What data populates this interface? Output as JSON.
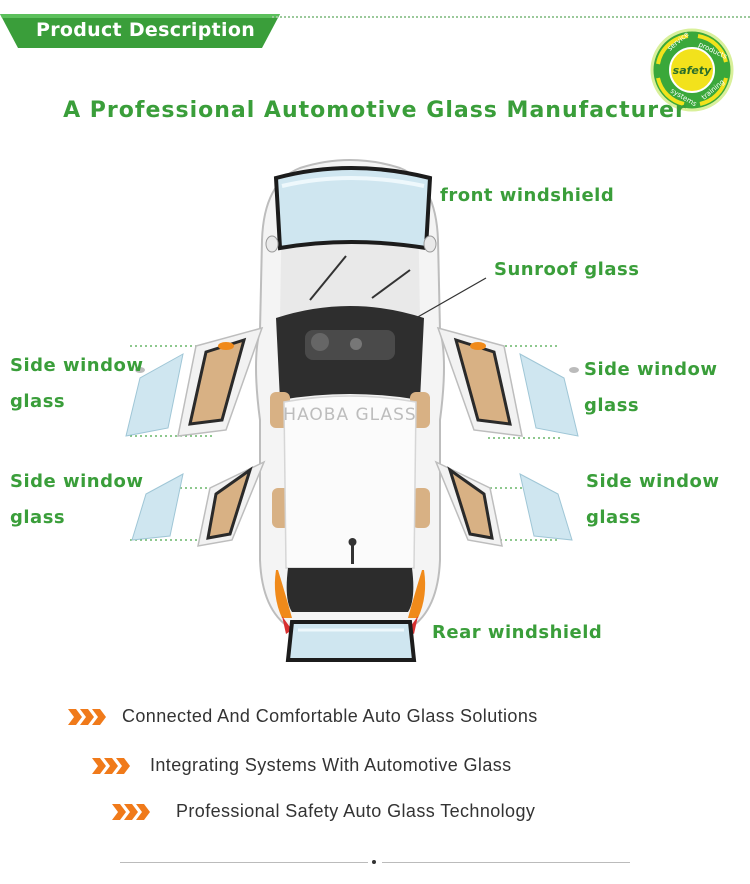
{
  "header": {
    "tab_label": "Product Description",
    "tab_color": "#3a9e3a"
  },
  "badge": {
    "center_text": "safety",
    "ring_texts": [
      "service",
      "products",
      "systems",
      "training"
    ],
    "colors": {
      "ring": "#3aa83a",
      "center": "#f2e21c"
    }
  },
  "title": "A Professional Automotive Glass Manufacturer",
  "watermark": "HAOBA GLASS",
  "labels": {
    "front_windshield": "front windshield",
    "sunroof": "Sunroof glass",
    "side_tl_1": "Side window",
    "side_tl_2": "glass",
    "side_tr_1": "Side window",
    "side_tr_2": "glass",
    "side_bl_1": "Side window",
    "side_bl_2": "glass",
    "side_br_1": "Side window",
    "side_br_2": "glass",
    "rear_windshield": "Rear windshield"
  },
  "features": [
    "Connected And Comfortable Auto Glass Solutions",
    "Integrating Systems With Automotive Glass",
    "Professional Safety Auto Glass Technology"
  ],
  "colors": {
    "accent_green": "#3a9e3a",
    "chevron_orange": "#f07a1a",
    "glass_blue": "#cfe6f0"
  }
}
